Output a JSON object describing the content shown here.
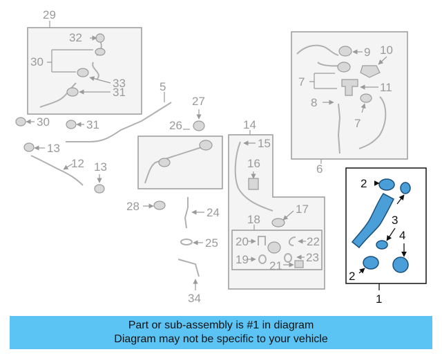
{
  "diagram": {
    "callouts": [
      "29",
      "32",
      "30",
      "33",
      "31",
      "30",
      "31",
      "13",
      "12",
      "13",
      "5",
      "27",
      "26",
      "14",
      "15",
      "16",
      "17",
      "18",
      "20",
      "22",
      "19",
      "23",
      "21",
      "28",
      "24",
      "25",
      "34",
      "9",
      "10",
      "7",
      "11",
      "8",
      "7",
      "6",
      "2",
      "3",
      "4",
      "2",
      "1"
    ],
    "highlight_color": "#4a9fd8",
    "line_color": "#9a9a9a"
  },
  "banner": {
    "line1": "Part or sub-assembly is #1 in diagram",
    "line2": "Diagram may not be specific to your vehicle",
    "background": "#5bc4f5"
  }
}
